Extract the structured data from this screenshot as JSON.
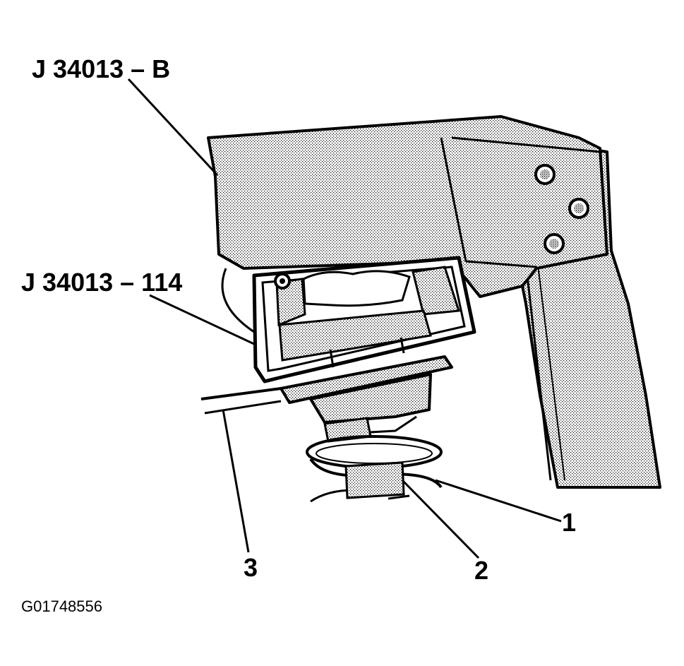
{
  "labels": {
    "tool_main": "J 34013 – B",
    "tool_adapter": "J 34013 – 114",
    "callout_1": "1",
    "callout_2": "2",
    "callout_3": "3",
    "figure_id": "G01748556"
  },
  "colors": {
    "ink": "#000000",
    "stipple": "#000000",
    "background": "#ffffff"
  }
}
